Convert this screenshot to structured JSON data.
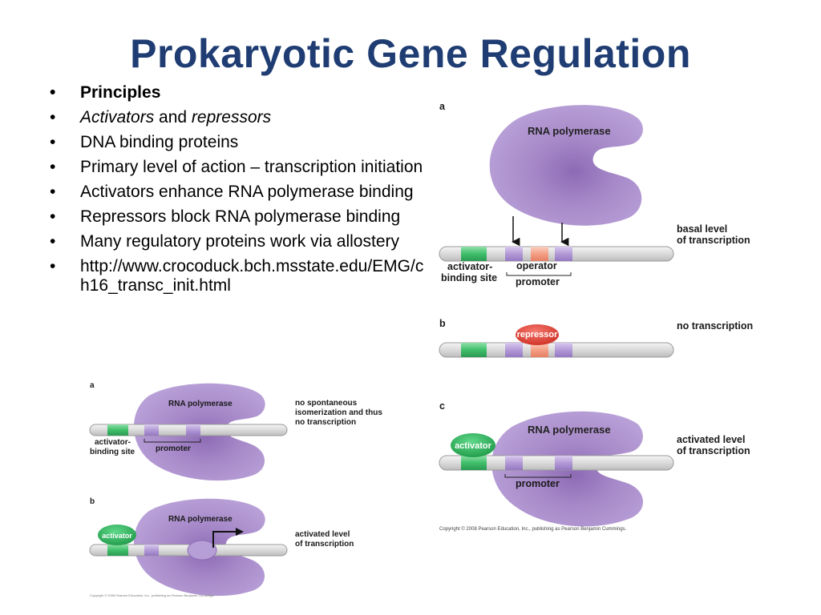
{
  "title": "Prokaryotic Gene Regulation",
  "bullets": [
    {
      "bold": "Principles"
    },
    {
      "italic1": "Activators",
      "plain": " and ",
      "italic2": "repressors"
    },
    {
      "text": "DNA binding proteins"
    },
    {
      "text": "Primary level of action – transcription initiation"
    },
    {
      "text": "Activators enhance RNA polymerase binding"
    },
    {
      "text": "Repressors block RNA polymerase binding"
    },
    {
      "text": "Many regulatory proteins work via allostery"
    },
    {
      "text": "http://www.crocoduck.bch.msstate.edu/EMG/ch16_transc_init.html"
    }
  ],
  "bullet_glyph": "•",
  "right_figure": {
    "panel_a": {
      "letter": "a",
      "polymerase": "RNA polymerase",
      "side_label_1": "basal level",
      "side_label_2": "of transcription",
      "activator_site_1": "activator-",
      "activator_site_2": "binding site",
      "operator": "operator",
      "promoter": "promoter"
    },
    "panel_b": {
      "letter": "b",
      "repressor": "repressor",
      "side_label": "no transcription"
    },
    "panel_c": {
      "letter": "c",
      "polymerase": "RNA polymerase",
      "activator": "activator",
      "side_label_1": "activated level",
      "side_label_2": "of transcription",
      "promoter": "promoter"
    },
    "copyright": "Copyright © 2008 Pearson Education, Inc., publishing as Pearson Benjamin Cummings."
  },
  "left_figure": {
    "panel_a": {
      "letter": "a",
      "polymerase": "RNA polymerase",
      "side_label_1": "no spontaneous",
      "side_label_2": "isomerization and thus",
      "side_label_3": "no transcription",
      "activator_site_1": "activator-",
      "activator_site_2": "binding site",
      "promoter": "promoter"
    },
    "panel_b": {
      "letter": "b",
      "polymerase": "RNA polymerase",
      "activator": "activator",
      "side_label_1": "activated level",
      "side_label_2": "of transcription"
    },
    "copyright": "Copyright © 2008 Pearson Education, Inc., publishing as Pearson Benjamin Cummings."
  },
  "colors": {
    "title": "#1f3d73",
    "polymerase": "#a98cc8",
    "polymerase_dark": "#8a68b3",
    "activator": "#2eaf5a",
    "repressor": "#e0463a",
    "operator": "#f2a088",
    "promoter_segment": "#b9a3d8",
    "dna": "#dcdcdc"
  }
}
